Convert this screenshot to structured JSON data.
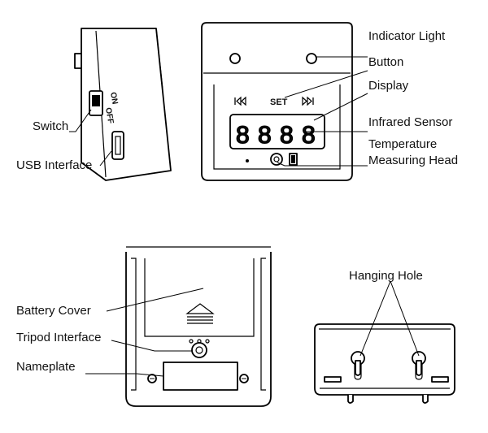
{
  "labels": {
    "indicator_light": "Indicator Light",
    "button": "Button",
    "display": "Display",
    "infrared_sensor": "Infrared Sensor",
    "temperature_line1": "Temperature",
    "temperature_line2": "Measuring Head",
    "switch": "Switch",
    "usb_interface": "USB Interface",
    "battery_cover": "Battery Cover",
    "tripod_interface": "Tripod Interface",
    "nameplate": "Nameplate",
    "hanging_hole": "Hanging Hole"
  },
  "device": {
    "switch_on": "ON",
    "switch_off": "OFF",
    "set_key": "SET",
    "prev_icon": "skip-back-icon",
    "next_icon": "skip-forward-icon",
    "display_digits": [
      "8",
      "8",
      "8",
      "8"
    ]
  }
}
